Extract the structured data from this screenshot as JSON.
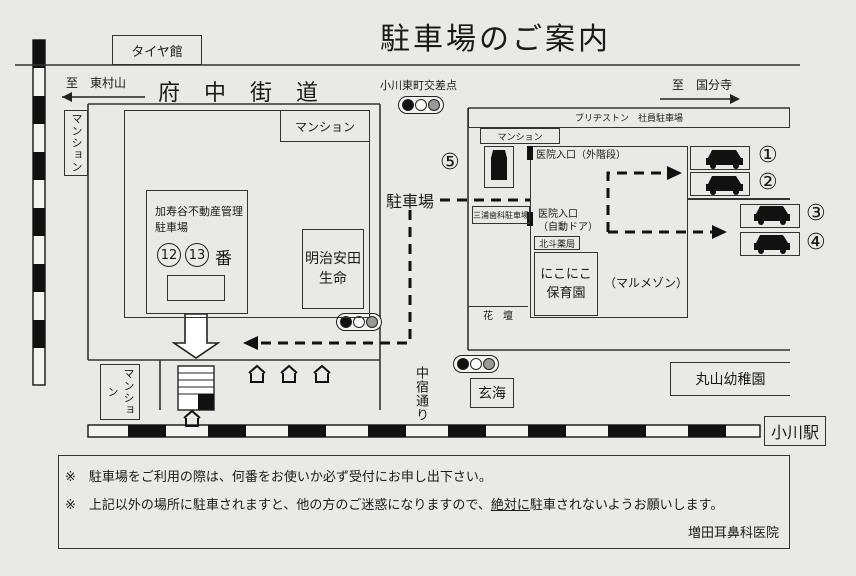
{
  "title": "駐車場のご案内",
  "road_main": "府中街道",
  "dir_left": "至　東村山",
  "dir_right": "至　国分寺",
  "intersection": "小川東町交差点",
  "buildings": {
    "tire_shop": "タイヤ館",
    "mansion_left": "マンション",
    "mansion_top": "マンション",
    "mansion_right": "マンション",
    "mansion_bottom": "マンション",
    "meiji": "明治安田\n生命",
    "bridgestone": "ブリヂストン　社員駐車場",
    "miura": "三浦歯科駐車場",
    "kitato": "北斗薬局",
    "nikoniko": "にこにこ\n保育園",
    "maru_maison": "（マルメゾン）",
    "hanatan": "花　壇",
    "genkai": "玄海",
    "maruyama": "丸山幼稚園",
    "station": "小川駅",
    "nakajuku": "中宿通り"
  },
  "entrances": {
    "outside_stairs": "医院入口（外階段）",
    "auto_door": "医院入口\n（自動ドア）"
  },
  "parking": {
    "label": "駐車場",
    "kasuya_line1": "加寿谷不動産管理",
    "kasuya_line2": "駐車場",
    "num_12": "12",
    "num_13": "13",
    "ban": "番",
    "spot_5": "⑤",
    "spot_1": "①",
    "spot_2": "②",
    "spot_3": "③",
    "spot_4": "④"
  },
  "notes": {
    "note1": "※　駐車場をご利用の際は、何番をお使いか必ず受付にお申し出下さい。",
    "note2_pre": "※　上記以外の場所に駐車されますと、他の方のご迷惑になりますので、",
    "note2_em": "絶対に",
    "note2_post": "駐車されないようお願いします。",
    "clinic": "増田耳鼻科医院"
  }
}
